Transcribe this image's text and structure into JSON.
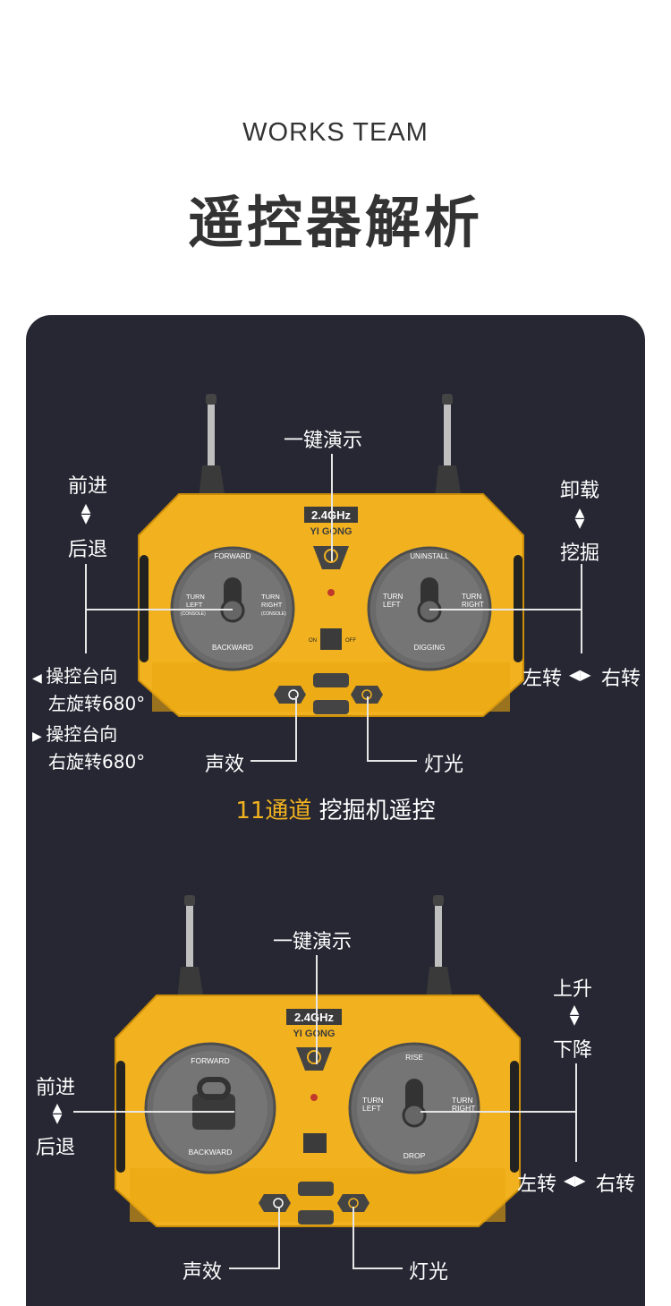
{
  "header": {
    "brand": "WORKS TEAM",
    "title": "遥控器解析"
  },
  "colors": {
    "panel_bg": "#262733",
    "controller_yellow": "#f2b21f",
    "accent": "#f2b21f"
  },
  "top_controller": {
    "demo_label": "一键演示",
    "freq": "2.4GHz",
    "brand": "YI GONG",
    "left_up": "前进",
    "left_down": "后退",
    "right_up": "卸载",
    "right_down": "挖掘",
    "right_turn_left": "左转",
    "right_turn_right": "右转",
    "console_left_1": "操控台向",
    "console_left_2": "左旋转680°",
    "console_right_1": "操控台向",
    "console_right_2": "右旋转680°",
    "sound": "声效",
    "light": "灯光",
    "stick_left": {
      "up": "FORWARD",
      "down": "BACKWARD",
      "left_1": "TURN",
      "left_2": "LEFT",
      "left_3": "(CONSOLE)",
      "right_1": "TURN",
      "right_2": "RIGHT",
      "right_3": "(CONSOLE)"
    },
    "stick_right": {
      "up": "UNINSTALL",
      "down": "DIGGING",
      "left_1": "TURN",
      "left_2": "LEFT",
      "right_1": "TURN",
      "right_2": "RIGHT"
    },
    "switch_on": "ON",
    "switch_off": "OFF"
  },
  "subtitle": {
    "accent": "11通道",
    "rest": "挖掘机遥控"
  },
  "bottom_controller": {
    "demo_label": "一键演示",
    "freq": "2.4GHz",
    "brand": "YI GONG",
    "left_up": "前进",
    "left_down": "后退",
    "right_up": "上升",
    "right_down": "下降",
    "right_turn_left": "左转",
    "right_turn_right": "右转",
    "sound": "声效",
    "light": "灯光",
    "stick_left": {
      "up": "FORWARD",
      "down": "BACKWARD"
    },
    "stick_right": {
      "up": "RISE",
      "down": "DROP",
      "left_1": "TURN",
      "left_2": "LEFT",
      "right_1": "TURN",
      "right_2": "RIGHT"
    }
  }
}
